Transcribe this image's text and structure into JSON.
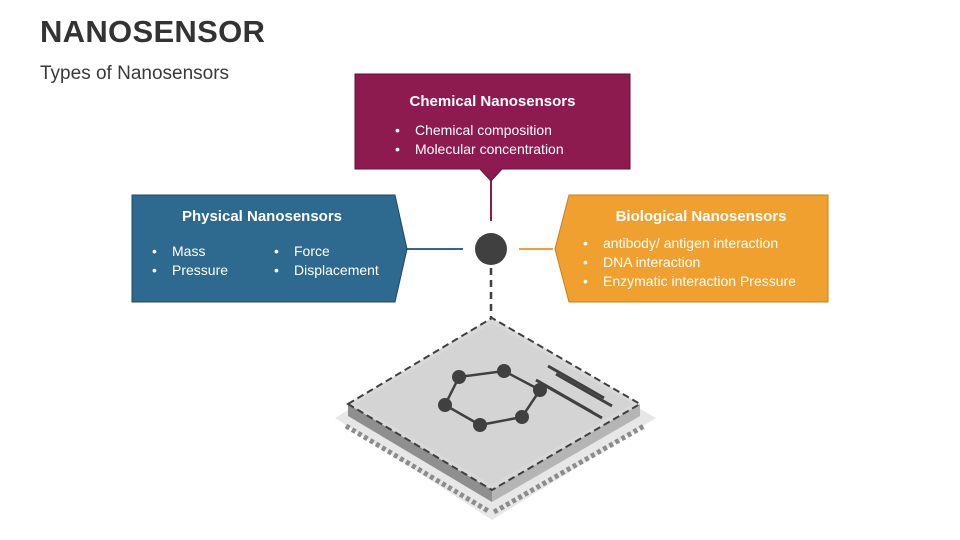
{
  "header": {
    "title": "NANOSENSOR",
    "subtitle": "Types of Nanosensors"
  },
  "colors": {
    "chemical": "#8e1b4f",
    "physical": "#2e6990",
    "biological": "#f0a02e",
    "hub": "#404040",
    "chip_top": "#d9d9d9",
    "chip_side": "#a6a6a6"
  },
  "chemical": {
    "title": "Chemical Nanosensors",
    "items": [
      "Chemical composition",
      "Molecular concentration"
    ]
  },
  "physical": {
    "title": "Physical Nanosensors",
    "items_col1": [
      "Mass",
      "Pressure"
    ],
    "items_col2": [
      "Force",
      "Displacement"
    ]
  },
  "biological": {
    "title": "Biological Nanosensors",
    "items": [
      "antibody/ antigen interaction",
      "DNA interaction",
      "Enzymatic interaction Pressure"
    ]
  }
}
